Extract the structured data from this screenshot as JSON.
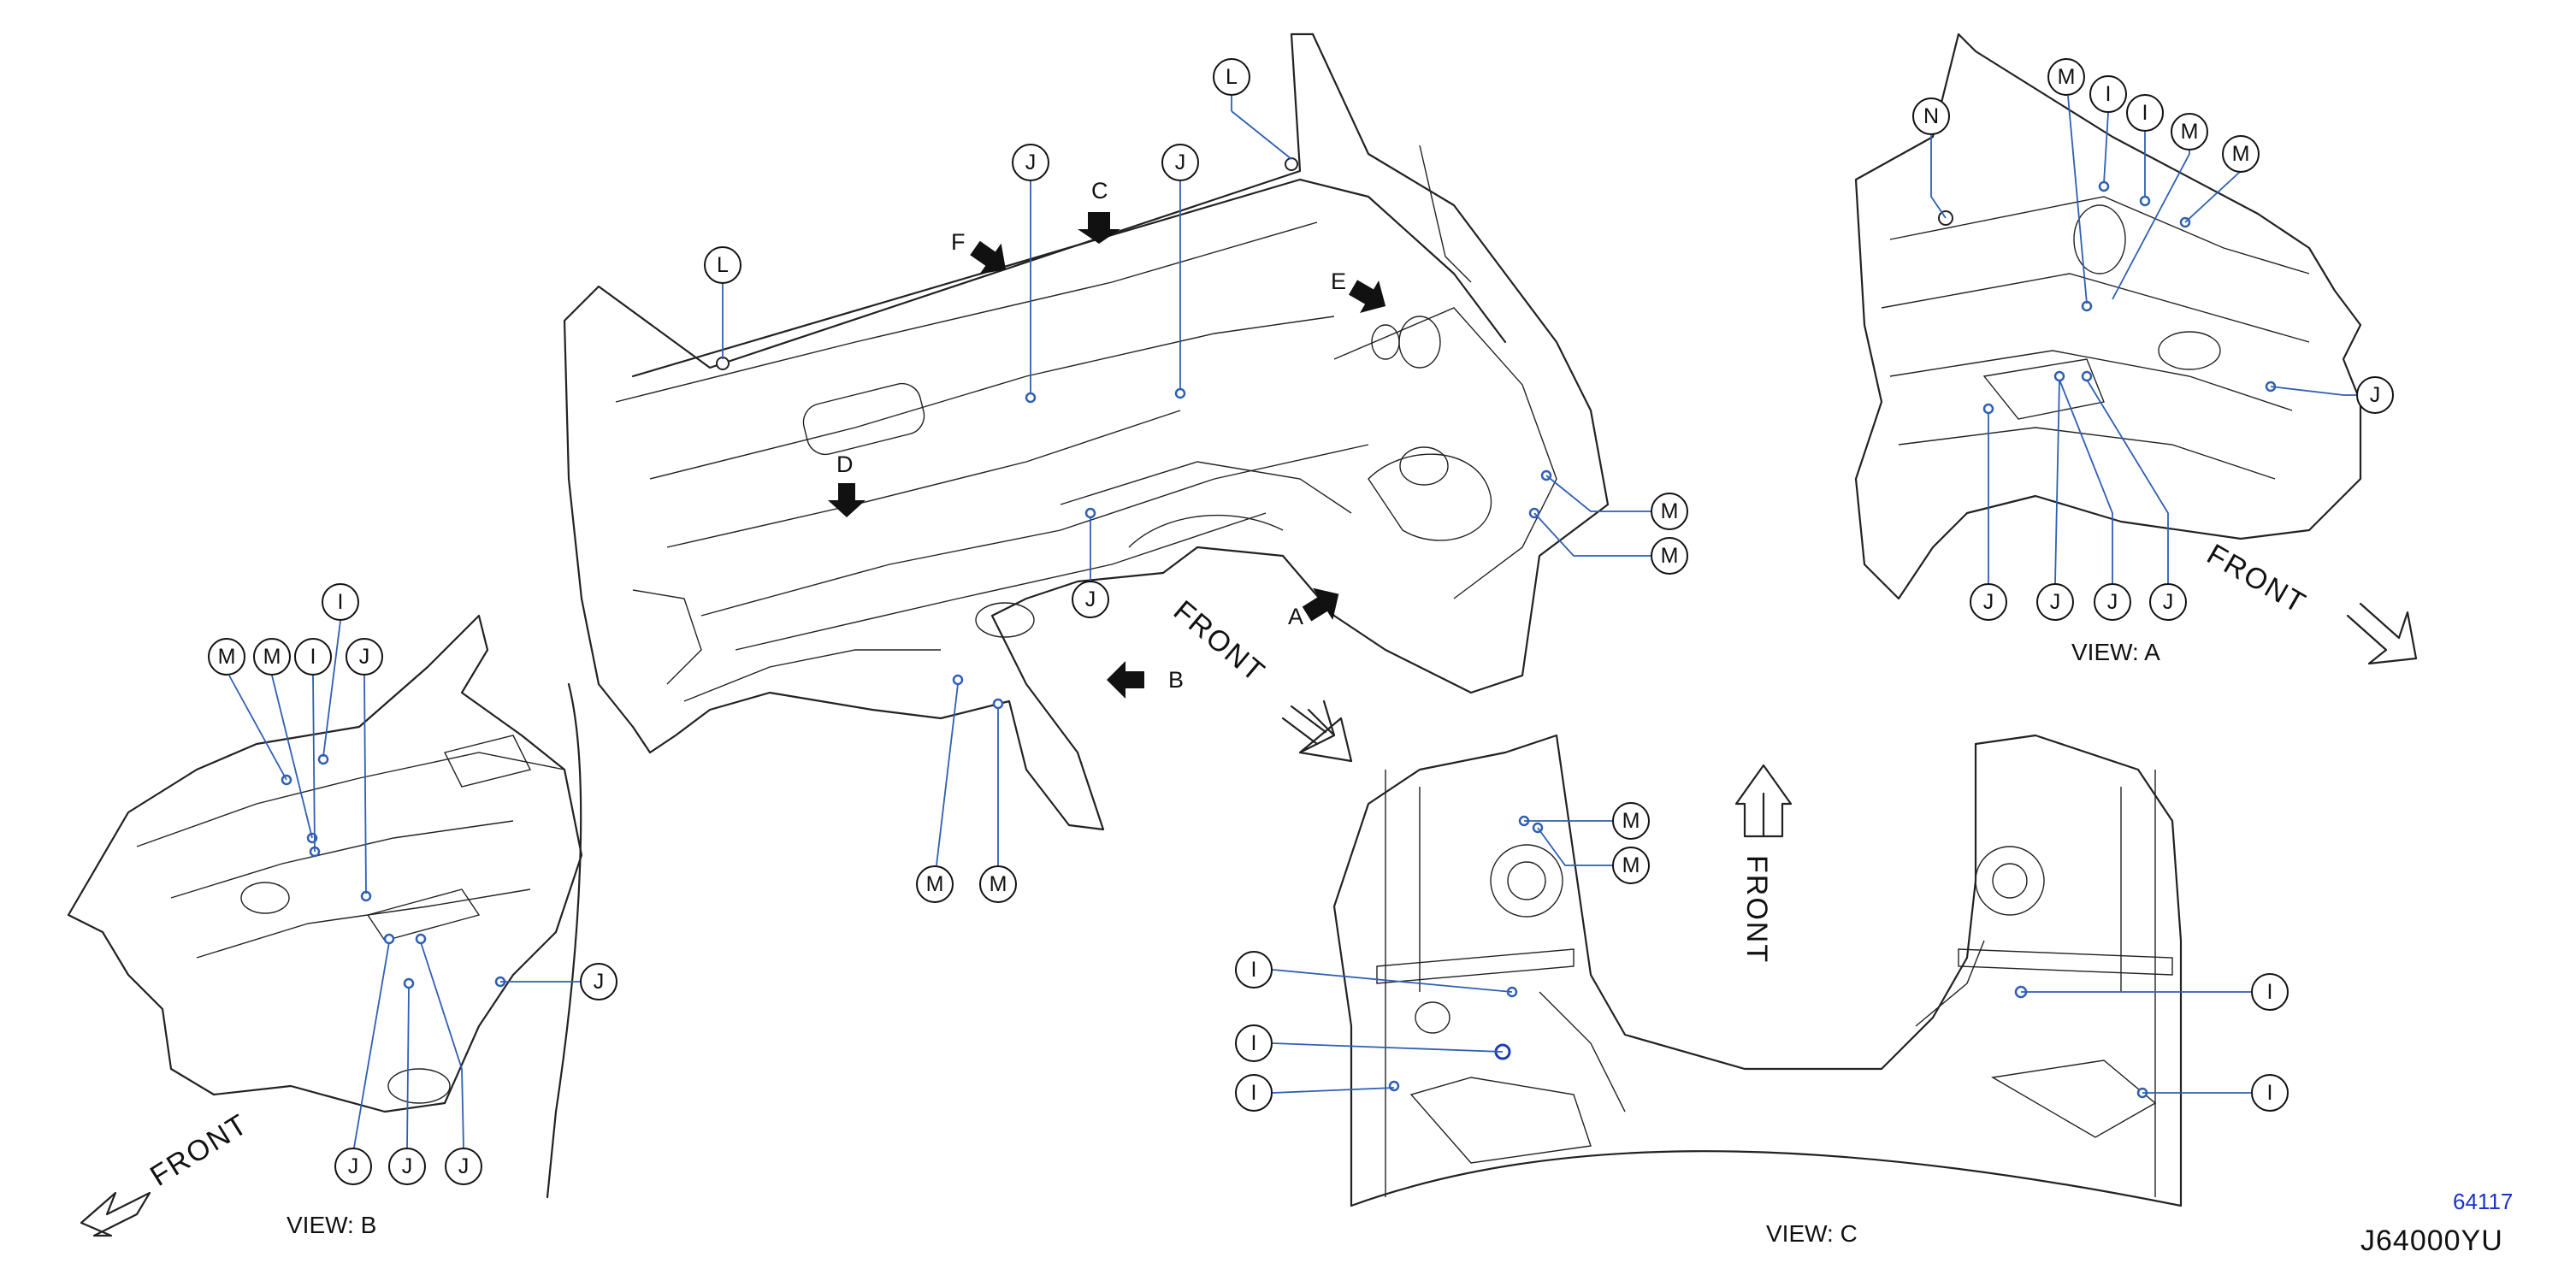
{
  "callouts": {
    "L": "L",
    "J": "J",
    "M": "M",
    "I": "I",
    "N": "N"
  },
  "arrow_labels": {
    "a": "A",
    "b": "B",
    "c": "C",
    "d": "D",
    "e": "E",
    "f": "F"
  },
  "front_labels": {
    "main": "FRONT",
    "view_a": "FRONT",
    "view_b": "FRONT",
    "view_c": "FRONT"
  },
  "views": {
    "a": "VIEW:  A",
    "b": "VIEW:  B",
    "c": "VIEW:  C"
  },
  "figure_number": "64117",
  "part_code": "J64000YU",
  "colors": {
    "leader": "#2f5fb3",
    "figure_number": "#1a33cc",
    "ink": "#111111"
  }
}
